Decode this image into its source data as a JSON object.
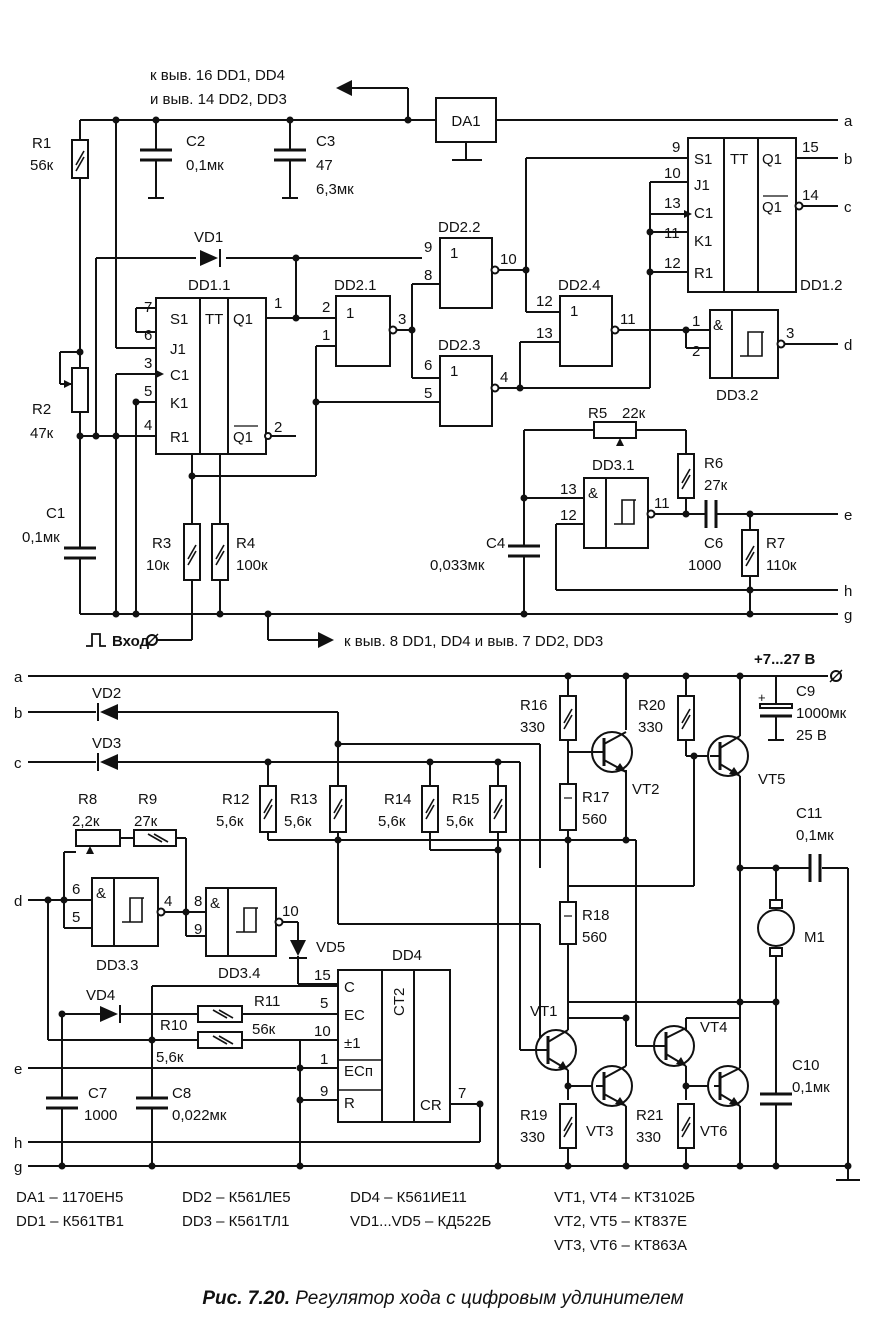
{
  "caption": {
    "prefix": "Рис. 7.20.",
    "text": "Регулятор хода с цифровым удлинителем"
  },
  "notes": {
    "to_pin16": "к выв. 16 DD1, DD4",
    "to_pin14": "и выв. 14 DD2, DD3",
    "to_pin8": "к выв. 8 DD1, DD4 и выв. 7 DD2, DD3",
    "input": "Вход",
    "supply": "+7...27 В"
  },
  "buses": {
    "a": "a",
    "b": "b",
    "c": "c",
    "d": "d",
    "e": "e",
    "g": "g",
    "h": "h"
  },
  "chips": {
    "DA1": "DA1",
    "DD1_1": "DD1.1",
    "DD1_2": "DD1.2",
    "DD2_1": "DD2.1",
    "DD2_2": "DD2.2",
    "DD2_3": "DD2.3",
    "DD2_4": "DD2.4",
    "DD3_1": "DD3.1",
    "DD3_2": "DD3.2",
    "DD3_3": "DD3.3",
    "DD3_4": "DD3.4",
    "DD4": "DD4"
  },
  "resistors": {
    "R1": [
      "R1",
      "56к"
    ],
    "R2": [
      "R2",
      "47к"
    ],
    "R3": [
      "R3",
      "10к"
    ],
    "R4": [
      "R4",
      "100к"
    ],
    "R5": [
      "R5",
      "22к"
    ],
    "R6": [
      "R6",
      "27к"
    ],
    "R7": [
      "R7",
      "110к"
    ],
    "R8": [
      "R8",
      "2,2к"
    ],
    "R9": [
      "R9",
      "27к"
    ],
    "R10": [
      "R10",
      "5,6к"
    ],
    "R11": [
      "R11",
      "56к"
    ],
    "R12": [
      "R12",
      "5,6к"
    ],
    "R13": [
      "R13",
      "5,6к"
    ],
    "R14": [
      "R14",
      "5,6к"
    ],
    "R15": [
      "R15",
      "5,6к"
    ],
    "R16": [
      "R16",
      "330"
    ],
    "R17": [
      "R17",
      "560"
    ],
    "R18": [
      "R18",
      "560"
    ],
    "R19": [
      "R19",
      "330"
    ],
    "R20": [
      "R20",
      "330"
    ],
    "R21": [
      "R21",
      "330"
    ]
  },
  "capacitors": {
    "C1": [
      "C1",
      "0,1мк"
    ],
    "C2": [
      "C2",
      "0,1мк"
    ],
    "C3": [
      "C3",
      "47",
      "6,3мк"
    ],
    "C4": [
      "C4",
      "0,033мк"
    ],
    "C6": [
      "C6",
      "1000"
    ],
    "C7": [
      "C7",
      "1000"
    ],
    "C8": [
      "C8",
      "0,022мк"
    ],
    "C9": [
      "C9",
      "1000мк",
      "25 В"
    ],
    "C10": [
      "C10",
      "0,1мк"
    ],
    "C11": [
      "C11",
      "0,1мк"
    ]
  },
  "diodes": {
    "VD1": "VD1",
    "VD2": "VD2",
    "VD3": "VD3",
    "VD4": "VD4",
    "VD5": "VD5"
  },
  "transistors": {
    "VT1": "VT1",
    "VT2": "VT2",
    "VT3": "VT3",
    "VT4": "VT4",
    "VT5": "VT5",
    "VT6": "VT6"
  },
  "motor": "M1",
  "pin_labels": {
    "S1": "S1",
    "J1": "J1",
    "C1": "C1",
    "K1": "K1",
    "R1": "R1",
    "Q1": "Q1",
    "TT": "TT",
    "amp": "&",
    "one": "1",
    "C": "C",
    "EC": "EC",
    "pm1": "±1",
    "ECn": "ECп",
    "R": "R",
    "CR": "CR",
    "CT2": "CT2"
  },
  "parts_list": [
    "DA1 – 1170ЕН5",
    "DD1 – К561ТВ1",
    "DD2 – К561ЛЕ5",
    "DD3 – К561ТЛ1",
    "DD4 – К561ИЕ11",
    "VD1...VD5 – КД522Б",
    "VT1, VT4 – КТ3102Б",
    "VT2, VT5 – КТ837Е",
    "VT3, VT6 – КТ863А"
  ]
}
